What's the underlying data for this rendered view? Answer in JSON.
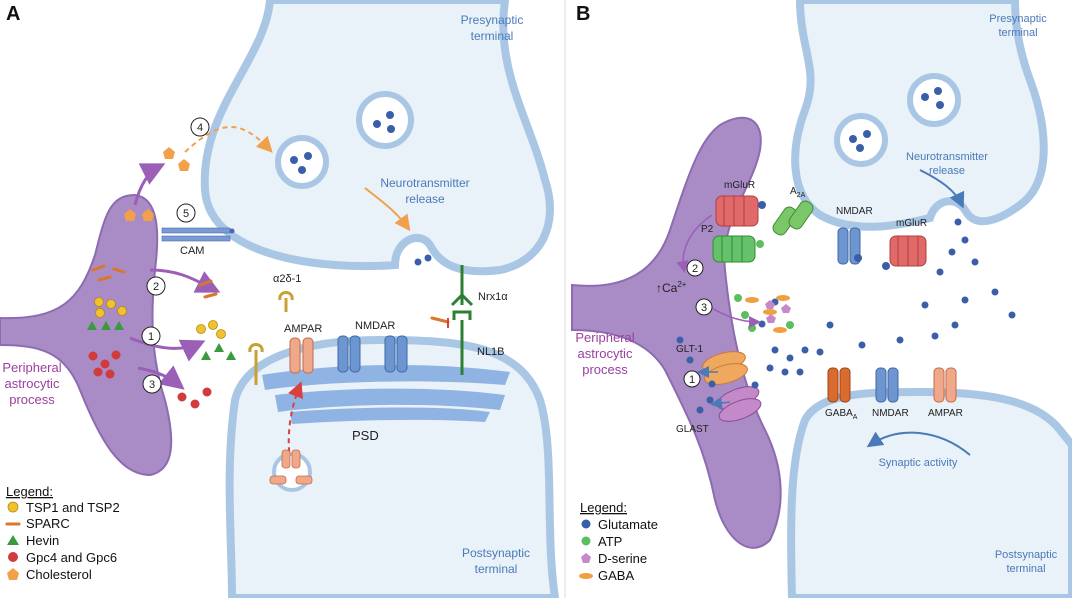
{
  "panelA": {
    "letter": "A",
    "presynaptic": [
      "Presynaptic",
      "terminal"
    ],
    "postsynaptic": [
      "Postsynaptic",
      "terminal"
    ],
    "neurotransmitter": [
      "Neurotransmitter",
      "release"
    ],
    "astro": [
      "Peripheral",
      "astrocytic",
      "process"
    ],
    "labels": {
      "cam": "CAM",
      "a2d1": "α2δ-1",
      "ampar": "AMPAR",
      "nmdar": "NMDAR",
      "nrx": "Nrx1α",
      "nl1b": "NL1B",
      "psd": "PSD"
    },
    "numbers": [
      "1",
      "2",
      "3",
      "4",
      "5"
    ],
    "legend": {
      "title": "Legend:",
      "items": [
        "TSP1 and TSP2",
        "SPARC",
        "Hevin",
        "Gpc4 and Gpc6",
        "Cholesterol"
      ],
      "colors": [
        "#f2c12e",
        "#d9772b",
        "#3a9a3e",
        "#d13b3b",
        "#f2a04a"
      ]
    }
  },
  "panelB": {
    "letter": "B",
    "presynaptic": [
      "Presynaptic",
      "terminal"
    ],
    "postsynaptic": [
      "Postsynaptic",
      "terminal"
    ],
    "neurotransmitter": [
      "Neurotransmitter",
      "release"
    ],
    "astro": [
      "Peripheral",
      "astrocytic",
      "process"
    ],
    "labels": {
      "mglur_astro": "mGluR",
      "p2": "P2",
      "ca": "↑Ca",
      "ca_sup": "2+",
      "a2a": "A",
      "a2a_sub": "2A",
      "nmdar_pre": "NMDAR",
      "mglur_pre": "mGluR",
      "glt1": "GLT-1",
      "glast": "GLAST",
      "gabaa": "GABA",
      "gabaa_sub": "A",
      "nmdar_post": "NMDAR",
      "ampar_post": "AMPAR",
      "synaptic": "Synaptic activity"
    },
    "numbers": [
      "1",
      "2",
      "3"
    ],
    "legend": {
      "title": "Legend:",
      "items": [
        "Glutamate",
        "ATP",
        "D-serine",
        "GABA"
      ],
      "colors": [
        "#3a5fa8",
        "#5cbf5c",
        "#c489c9",
        "#f0a040"
      ]
    }
  },
  "colors": {
    "membrane_fill": "#e9f1f9",
    "membrane_stroke": "#a9c7e5",
    "astro_fill": "#a98bc6",
    "astro_stroke": "#8d6bb0",
    "psd": "#8fb3e3",
    "arrow_purple": "#9b5fb8",
    "arrow_orange": "#f0a04a"
  }
}
